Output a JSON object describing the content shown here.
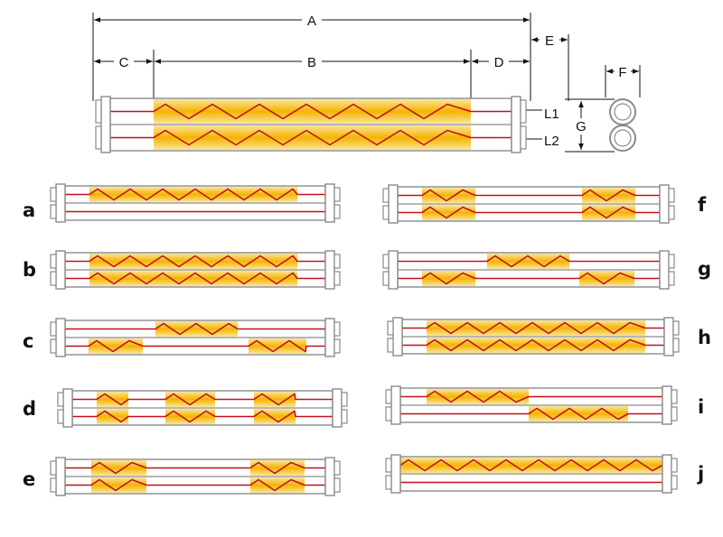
{
  "colors": {
    "tube": "#8a8a8a",
    "wire": "#c1121c",
    "heat_core": "#f4b400",
    "heat_edge": "#fbe59a",
    "text": "#111111"
  },
  "dimensions": {
    "A": "A",
    "B": "B",
    "C": "C",
    "D": "D",
    "E": "E",
    "F": "F",
    "G": "G",
    "L1": "L1",
    "L2": "L2"
  },
  "variants": [
    {
      "label": "a"
    },
    {
      "label": "b"
    },
    {
      "label": "c"
    },
    {
      "label": "d"
    },
    {
      "label": "e"
    },
    {
      "label": "f"
    },
    {
      "label": "g"
    },
    {
      "label": "h"
    },
    {
      "label": "i"
    },
    {
      "label": "j"
    }
  ]
}
